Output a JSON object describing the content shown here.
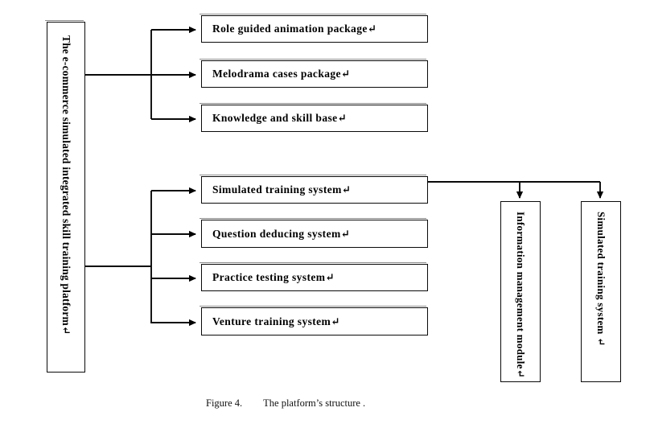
{
  "figure": {
    "caption_number": "Figure 4.",
    "caption_text": "The platform’s structure .",
    "background_color": "#ffffff",
    "line_color": "#0a0a0a",
    "bevel_color": "#8d8d8d"
  },
  "root": {
    "label": "The e-commerce simulated integrated skill training platform↵",
    "orientation": "vertical"
  },
  "group_one": {
    "items": [
      {
        "label": "Role guided animation package↵"
      },
      {
        "label": "Melodrama cases package↵"
      },
      {
        "label": "Knowledge and skill base↵"
      }
    ]
  },
  "group_two": {
    "items": [
      {
        "label": "Simulated  training system↵"
      },
      {
        "label": "Question deducing system↵"
      },
      {
        "label": "Practice testing system↵"
      },
      {
        "label": "Venture training system↵"
      }
    ]
  },
  "group_three": {
    "items": [
      {
        "label": "Information management module↵"
      },
      {
        "label": "Simulated  training system ↵"
      }
    ]
  }
}
